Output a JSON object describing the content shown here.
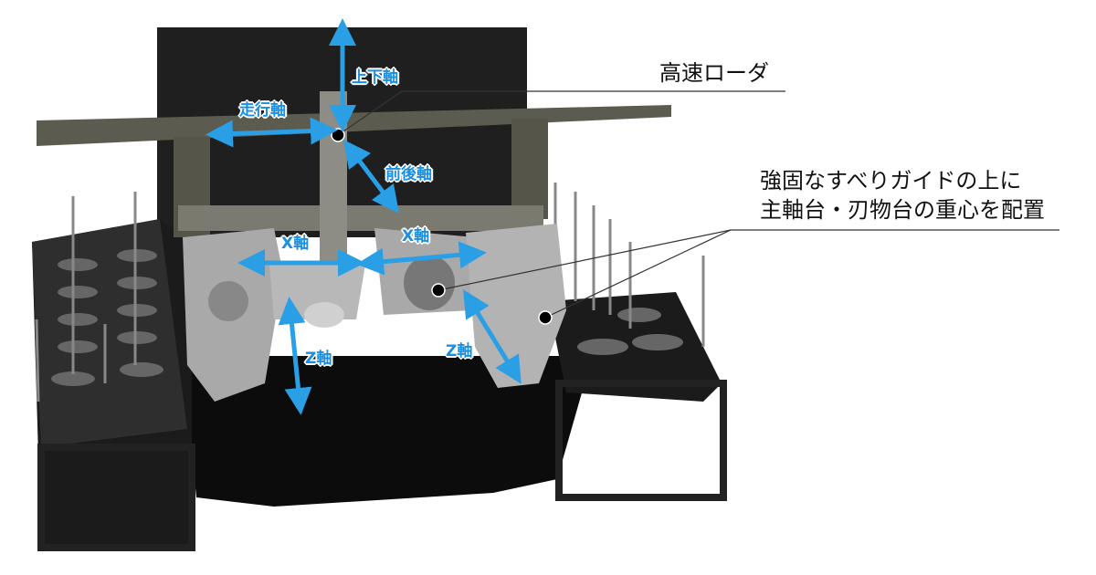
{
  "callouts": {
    "loader": "高速ローダ",
    "guide_line1": "強固なすべりガイドの上に",
    "guide_line2": "主軸台・刃物台の重心を配置"
  },
  "axes": {
    "vertical": "上下軸",
    "travel": "走行軸",
    "front_back": "前後軸",
    "x_left": "X軸",
    "x_right": "X軸",
    "z_left": "Z軸",
    "z_right": "Z軸"
  },
  "colors": {
    "arrow": "#2a9fe6",
    "machine_dark": "#1c1c1c",
    "gantry": "#5b5b50",
    "parts": "#a9a9a9"
  }
}
